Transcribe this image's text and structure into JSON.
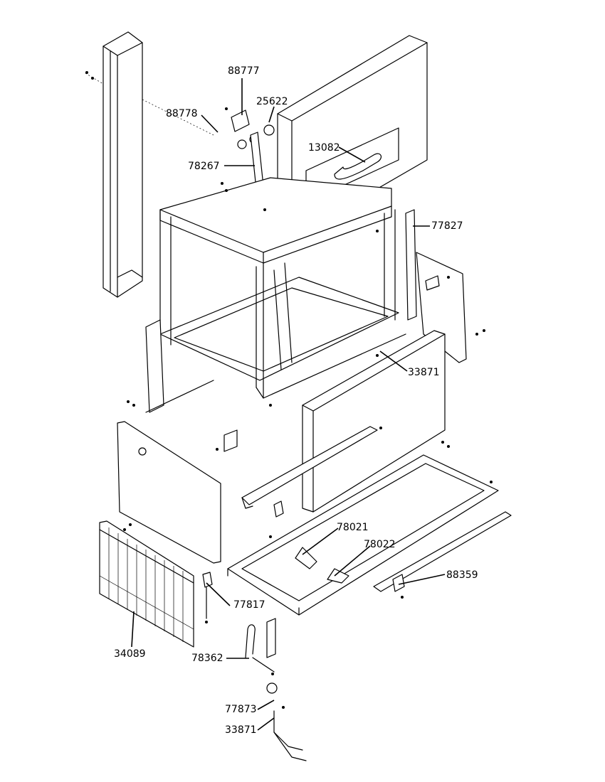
{
  "callouts": [
    {
      "id": "c88777",
      "label": "88777"
    },
    {
      "id": "c25622",
      "label": "25622"
    },
    {
      "id": "c88778",
      "label": "88778"
    },
    {
      "id": "c13082",
      "label": "13082"
    },
    {
      "id": "c78267",
      "label": "78267"
    },
    {
      "id": "c77827",
      "label": "77827"
    },
    {
      "id": "c33871a",
      "label": "33871"
    },
    {
      "id": "c78021",
      "label": "78021"
    },
    {
      "id": "c78022",
      "label": "78022"
    },
    {
      "id": "c88359",
      "label": "88359"
    },
    {
      "id": "c77817",
      "label": "77817"
    },
    {
      "id": "c34089",
      "label": "34089"
    },
    {
      "id": "c78362",
      "label": "78362"
    },
    {
      "id": "c77873",
      "label": "77873"
    },
    {
      "id": "c33871b",
      "label": "33871"
    }
  ]
}
